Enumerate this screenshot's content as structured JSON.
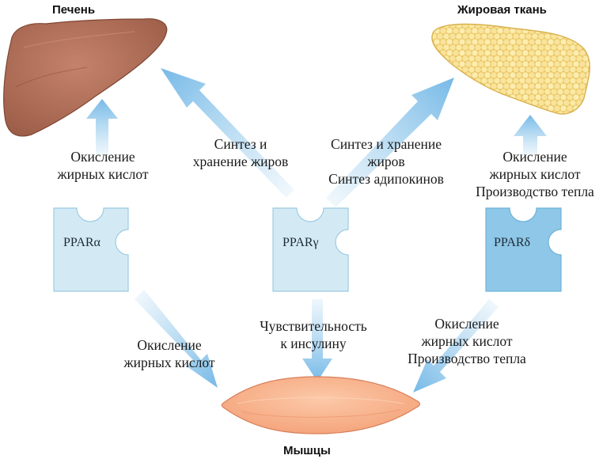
{
  "organs": {
    "liver": "Печень",
    "adipose": "Жировая ткань",
    "muscle": "Мышцы"
  },
  "receptors": {
    "alpha": "PPARα",
    "gamma": "PPARγ",
    "delta": "PPARδ"
  },
  "effects": {
    "alpha_to_liver": [
      "Окисление",
      "жирных кислот"
    ],
    "gamma_to_liver": [
      "Синтез и",
      "хранение жиров"
    ],
    "gamma_to_adipose": [
      "Синтез и хранение",
      "жиров",
      "Синтез адипокинов"
    ],
    "delta_to_adipose": [
      "Окисление",
      "жирных кислот",
      "Производство тепла"
    ],
    "alpha_to_muscle": [
      "Окисление",
      "жирных кислот"
    ],
    "gamma_to_muscle": [
      "Чувствительность",
      "к инсулину"
    ],
    "delta_to_muscle": [
      "Окисление",
      "жирных кислот",
      "Производство тепла"
    ]
  },
  "colors": {
    "liver": "#b0705a",
    "adipose": "#f7e08a",
    "muscle": "#f8b48e",
    "ppar_light": "#d3eaf5",
    "ppar_dark": "#8ec7e7",
    "arrow": "#8ec6ea"
  }
}
